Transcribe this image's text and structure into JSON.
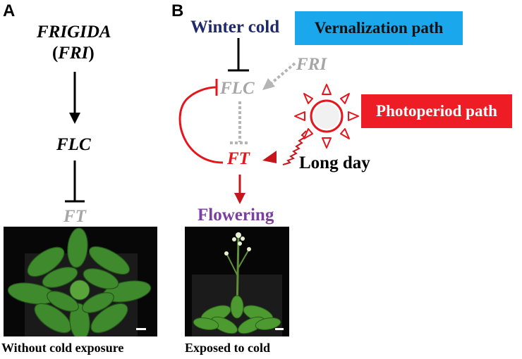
{
  "panel_a": {
    "letter": "A",
    "gene_fri_top": "FRIGIDA",
    "gene_fri_paren_open": "(",
    "gene_fri_abbrev": "FRI",
    "gene_fri_paren_close": ")",
    "gene_flc": "FLC",
    "gene_ft": "FT",
    "photo_caption": "Without cold exposure"
  },
  "panel_b": {
    "letter": "B",
    "winter_cold": "Winter cold",
    "vernalization_box": "Vernalization path",
    "photoperiod_box": "Photoperiod path",
    "fri": "FRI",
    "flc": "FLC",
    "ft": "FT",
    "long_day": "Long day",
    "flowering": "Flowering",
    "photo_caption": "Exposed to cold"
  },
  "colors": {
    "black": "#000000",
    "gray": "#a6a6a6",
    "red": "#e8141b",
    "dark_red": "#c4161c",
    "navy": "#1f2a6b",
    "purple": "#7b3fa0",
    "vernalization_bg": "#1aa7ec",
    "photoperiod_bg": "#ee1c24"
  },
  "icons": [
    "sun-icon",
    "scale-bar-icon"
  ]
}
